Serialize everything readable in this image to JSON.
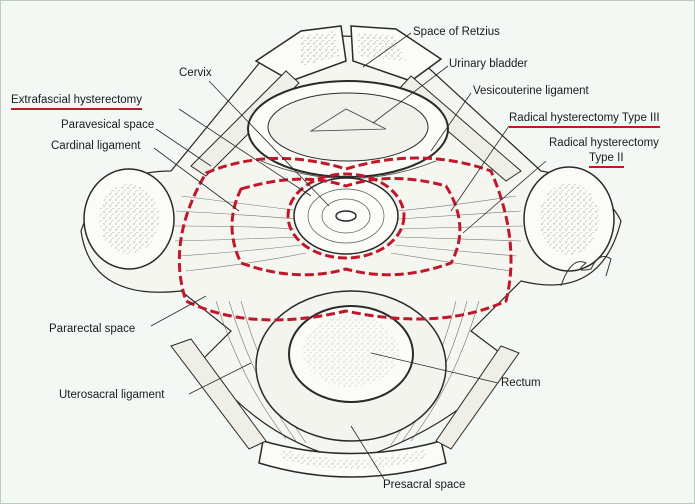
{
  "labels": {
    "space_of_retzius": "Space of Retzius",
    "cervix": "Cervix",
    "urinary_bladder": "Urinary bladder",
    "extrafascial_hysterectomy": "Extrafascial hysterectomy",
    "vesicouterine_ligament": "Vesicouterine ligament",
    "paravesical_space": "Paravesical space",
    "radical_type_iii": "Radical hysterectomy Type III",
    "cardinal_ligament": "Cardinal ligament",
    "radical_type_ii_line1": "Radical hysterectomy",
    "radical_type_ii_line2": "Type II",
    "pararectal_space": "Pararectal space",
    "uterosacral_ligament": "Uterosacral ligament",
    "rectum": "Rectum",
    "presacral_space": "Presacral space"
  },
  "colors": {
    "resection_line": "#c0182a",
    "ink": "#2a2a2a",
    "tissue": "#f6f6f1",
    "bone": "#fbfbf8"
  }
}
